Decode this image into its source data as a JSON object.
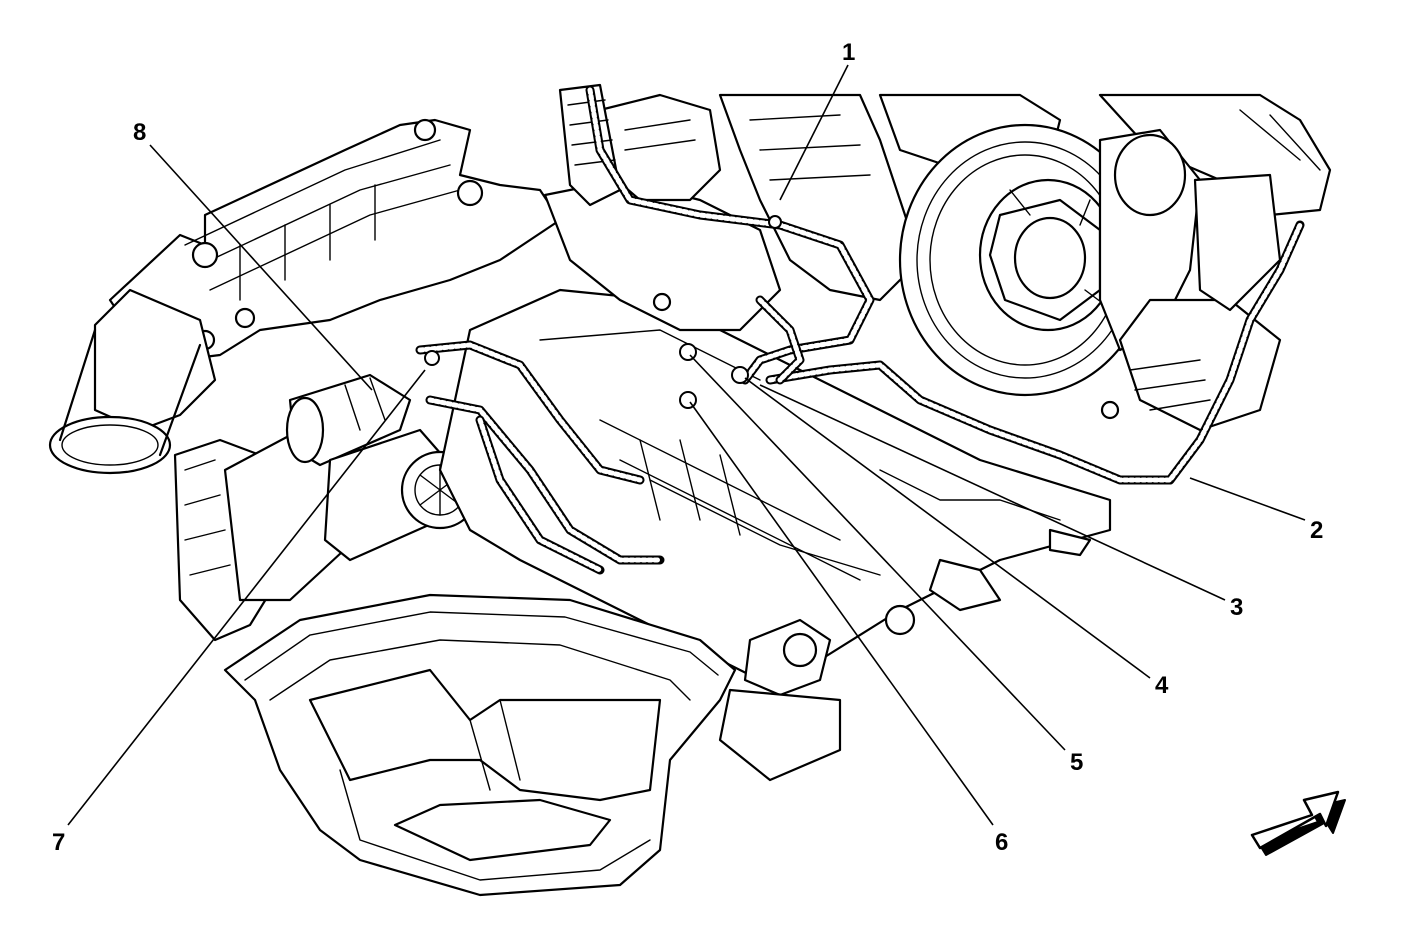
{
  "callouts": [
    {
      "id": "c1",
      "label": "1"
    },
    {
      "id": "c2",
      "label": "2"
    },
    {
      "id": "c3",
      "label": "3"
    },
    {
      "id": "c4",
      "label": "4"
    },
    {
      "id": "c5",
      "label": "5"
    },
    {
      "id": "c6",
      "label": "6"
    },
    {
      "id": "c7",
      "label": "7"
    },
    {
      "id": "c8",
      "label": "8"
    }
  ],
  "icons": {
    "direction_arrow": "forward-arrow-icon"
  }
}
